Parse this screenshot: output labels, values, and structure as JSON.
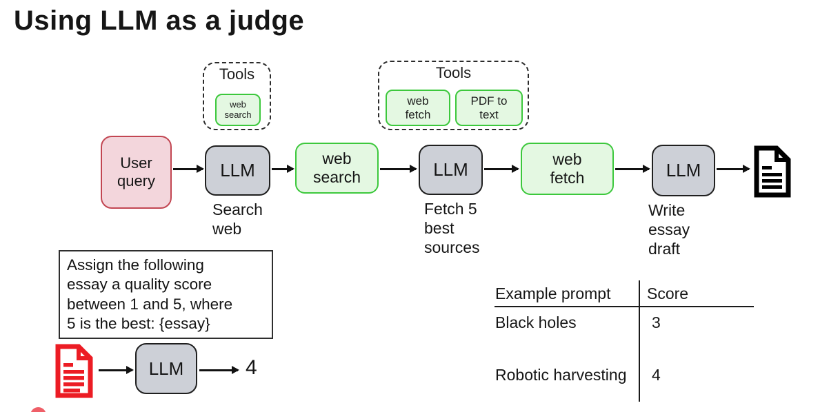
{
  "title": "Using LLM as a judge",
  "colors": {
    "user_fill": "#f3d6dc",
    "user_border": "#c24652",
    "llm_fill": "#cdd0d7",
    "tool_fill": "#e4f8e2",
    "tool_border": "#3cc83c",
    "doc_red": "#ec1c24",
    "ink": "#111111"
  },
  "toolsets": [
    {
      "title": "Tools",
      "chips": [
        "web\nsearch"
      ]
    },
    {
      "title": "Tools",
      "chips": [
        "web\nfetch",
        "PDF to\ntext"
      ]
    }
  ],
  "flow": {
    "user_node": "User\nquery",
    "llm1": "LLM",
    "llm1_caption": "Search\nweb",
    "tool1": "web\nsearch",
    "llm2": "LLM",
    "llm2_caption": "Fetch 5\nbest\nsources",
    "tool2": "web\nfetch",
    "llm3": "LLM",
    "llm3_caption": "Write\nessay\ndraft"
  },
  "judge": {
    "prompt": "Assign the following\nessay a quality score\nbetween 1 and 5, where\n5 is the best: {essay}",
    "llm": "LLM",
    "result": "4"
  },
  "table": {
    "headers": [
      "Example prompt",
      "Score"
    ],
    "rows": [
      {
        "prompt": "Black holes",
        "score": "3"
      },
      {
        "prompt": "Robotic harvesting",
        "score": "4"
      }
    ]
  }
}
